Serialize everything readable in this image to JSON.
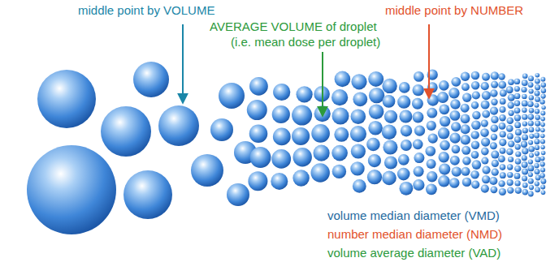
{
  "diagram": {
    "labels": [
      "middle point by VOLUME",
      "AVERAGE VOLUME of droplet",
      "(i.e. mean dose per droplet)",
      "middle point by NUMBER",
      "volume median diameter (VMD)",
      "number median diameter (NMD)",
      "volume average diameter (VAD)"
    ]
  }
}
